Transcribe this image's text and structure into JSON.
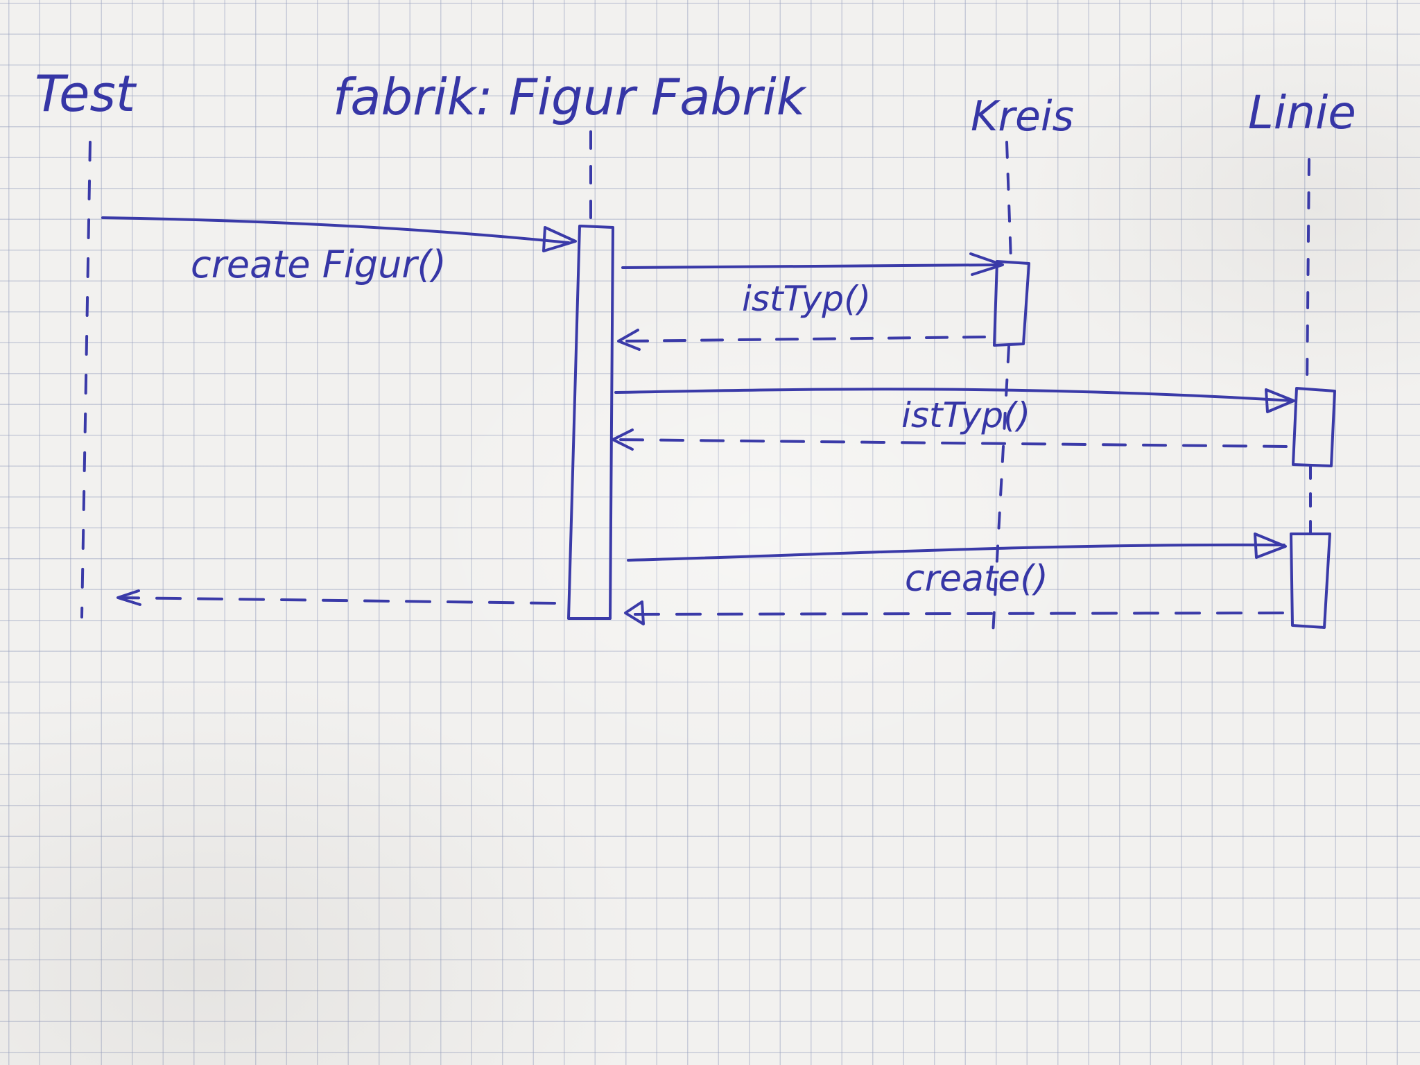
{
  "diagram": {
    "type": "sequence-diagram",
    "ink_color": "#3a3aa8",
    "paper_color": "#f2f1ef",
    "participants": [
      {
        "id": "test",
        "label": "Test"
      },
      {
        "id": "fabrik",
        "label": "fabrik: Figur Fabrik"
      },
      {
        "id": "kreis",
        "label": "Kreis"
      },
      {
        "id": "linie",
        "label": "Linie"
      }
    ],
    "messages": [
      {
        "from": "test",
        "to": "fabrik",
        "label": "create Figur()",
        "kind": "call"
      },
      {
        "from": "fabrik",
        "to": "kreis",
        "label": "istTyp()",
        "kind": "call"
      },
      {
        "from": "kreis",
        "to": "fabrik",
        "label": "",
        "kind": "return"
      },
      {
        "from": "fabrik",
        "to": "linie",
        "label": "istTyp()",
        "kind": "call"
      },
      {
        "from": "linie",
        "to": "fabrik",
        "label": "",
        "kind": "return"
      },
      {
        "from": "fabrik",
        "to": "linie",
        "label": "create()",
        "kind": "call"
      },
      {
        "from": "linie",
        "to": "fabrik",
        "label": "",
        "kind": "return"
      },
      {
        "from": "fabrik",
        "to": "test",
        "label": "",
        "kind": "return"
      }
    ]
  }
}
